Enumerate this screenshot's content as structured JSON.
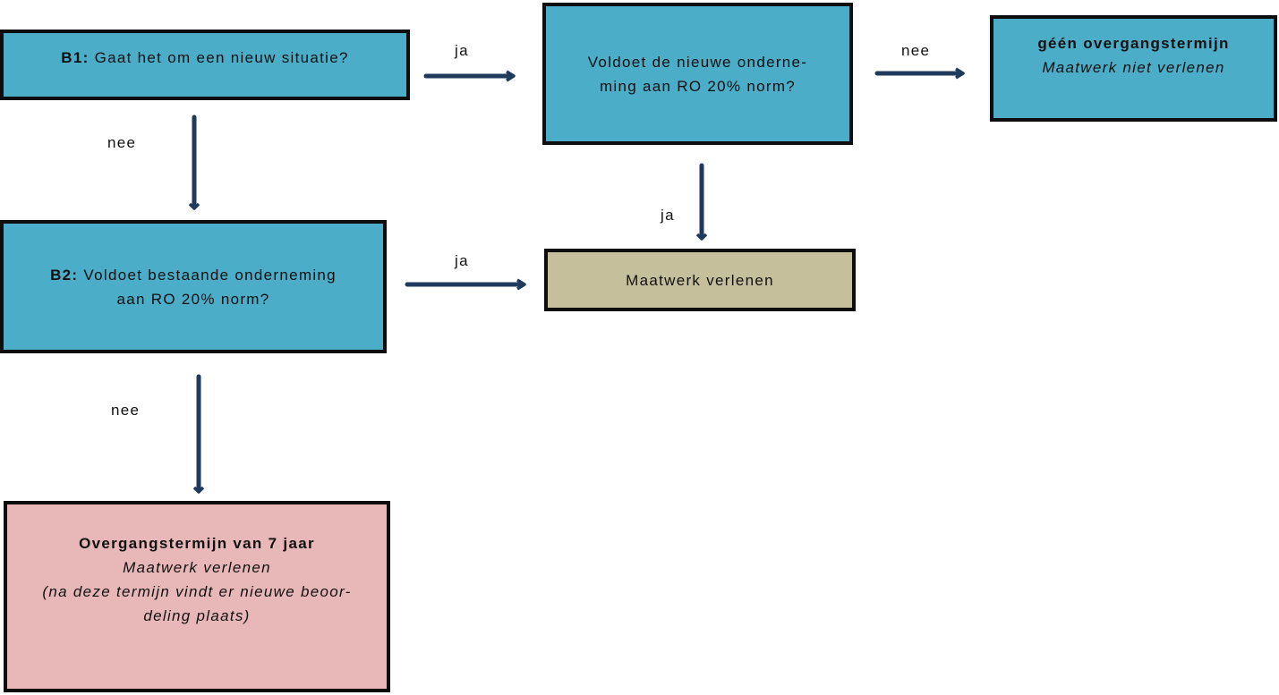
{
  "nodes": {
    "b1": {
      "prefix": "B1:",
      "text": "Gaat het om een nieuw situatie?"
    },
    "nieuwe_norm": {
      "line1": "Voldoet de nieuwe onderne-",
      "line2": "ming aan RO 20% norm?"
    },
    "geen_overgang": {
      "title": "géén overgangstermijn",
      "subtitle": "Maatwerk niet verlenen"
    },
    "b2": {
      "prefix": "B2:",
      "line1": "Voldoet bestaande onderneming",
      "line2": "aan RO 20% norm?"
    },
    "maatwerk": {
      "text": "Maatwerk verlenen"
    },
    "overgang": {
      "title": "Overgangstermijn van 7 jaar",
      "line1": "Maatwerk verlenen",
      "line2": "(na deze termijn vindt er nieuwe beoor-",
      "line3": "deling plaats)"
    }
  },
  "edges": {
    "b1_ja": "ja",
    "b1_nee": "nee",
    "nieuwe_nee": "nee",
    "nieuwe_ja": "ja",
    "b2_ja": "ja",
    "b2_nee": "nee"
  },
  "colors": {
    "decision": "#4badc7",
    "grant": "#c6bf9b",
    "transition": "#e8b8b8",
    "arrow": "#1f3a5c"
  }
}
